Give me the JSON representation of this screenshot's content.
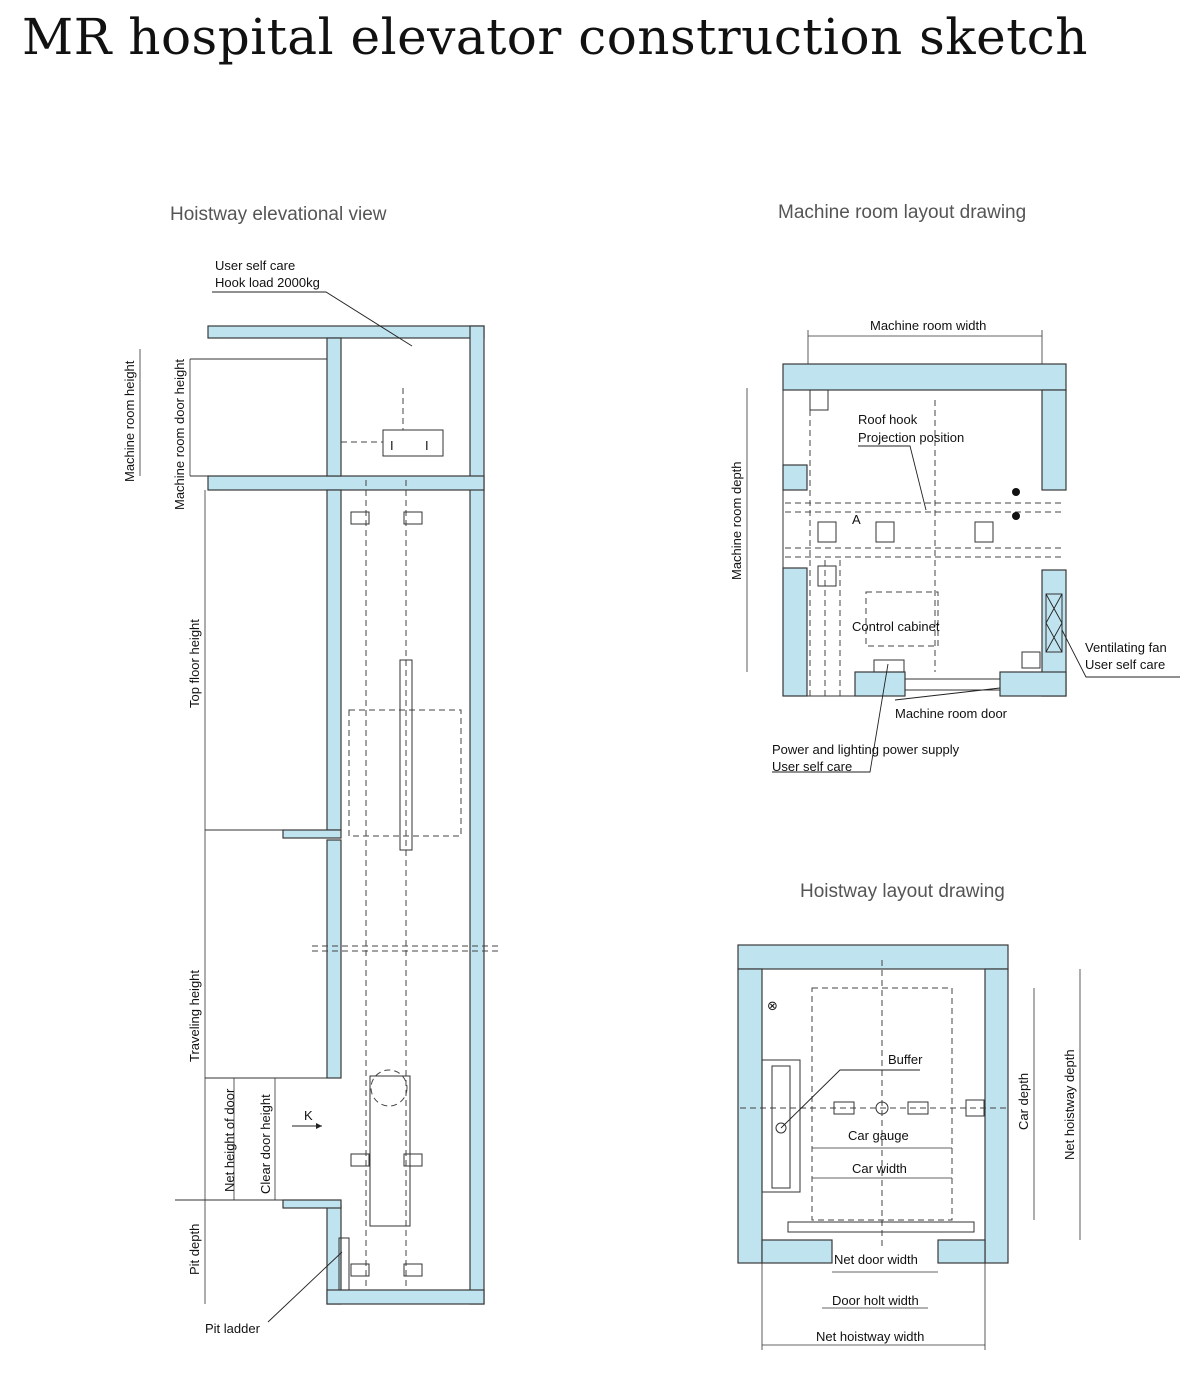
{
  "page": {
    "title": "MR hospital elevator construction sketch"
  },
  "hoistway_elevation": {
    "title": "Hoistway elevational view",
    "hook_label_1": "User self care",
    "hook_label_2": "Hook load 2000kg",
    "machine_room_height": "Machine room height",
    "machine_room_door_height": "Machine room  door height",
    "top_floor_height": "Top floor  height",
    "traveling_height": "Traveling height",
    "net_height_of_door": "Net height of door",
    "clear_door_height": "Clear door height",
    "pit_depth": "Pit depth",
    "pit_ladder": "Pit ladder",
    "k_mark": "K"
  },
  "machine_room": {
    "title": "Machine room layout drawing",
    "width_label": "Machine room width",
    "depth_label": "Machine room depth",
    "roof_hook_1": "Roof hook",
    "roof_hook_2": "Projection position",
    "control_cabinet": "Control cabinet",
    "fan_1": "Ventilating fan",
    "fan_2": "User self care",
    "door": "Machine room door",
    "power_1": "Power and lighting power supply",
    "power_2": "User self care",
    "a_mark": "A"
  },
  "hoistway_layout": {
    "title": "Hoistway layout drawing",
    "buffer": "Buffer",
    "car_gauge": "Car gauge",
    "car_width": "Car width",
    "car_depth": "Car depth",
    "net_hoistway_depth": "Net hoistway depth",
    "net_door_width": "Net door width",
    "door_holt_width": "Door holt width",
    "net_hoistway_width": "Net hoistway width"
  },
  "colors": {
    "wall_fill": "#bfe3ef",
    "line": "#333333",
    "title_text": "#555555"
  }
}
